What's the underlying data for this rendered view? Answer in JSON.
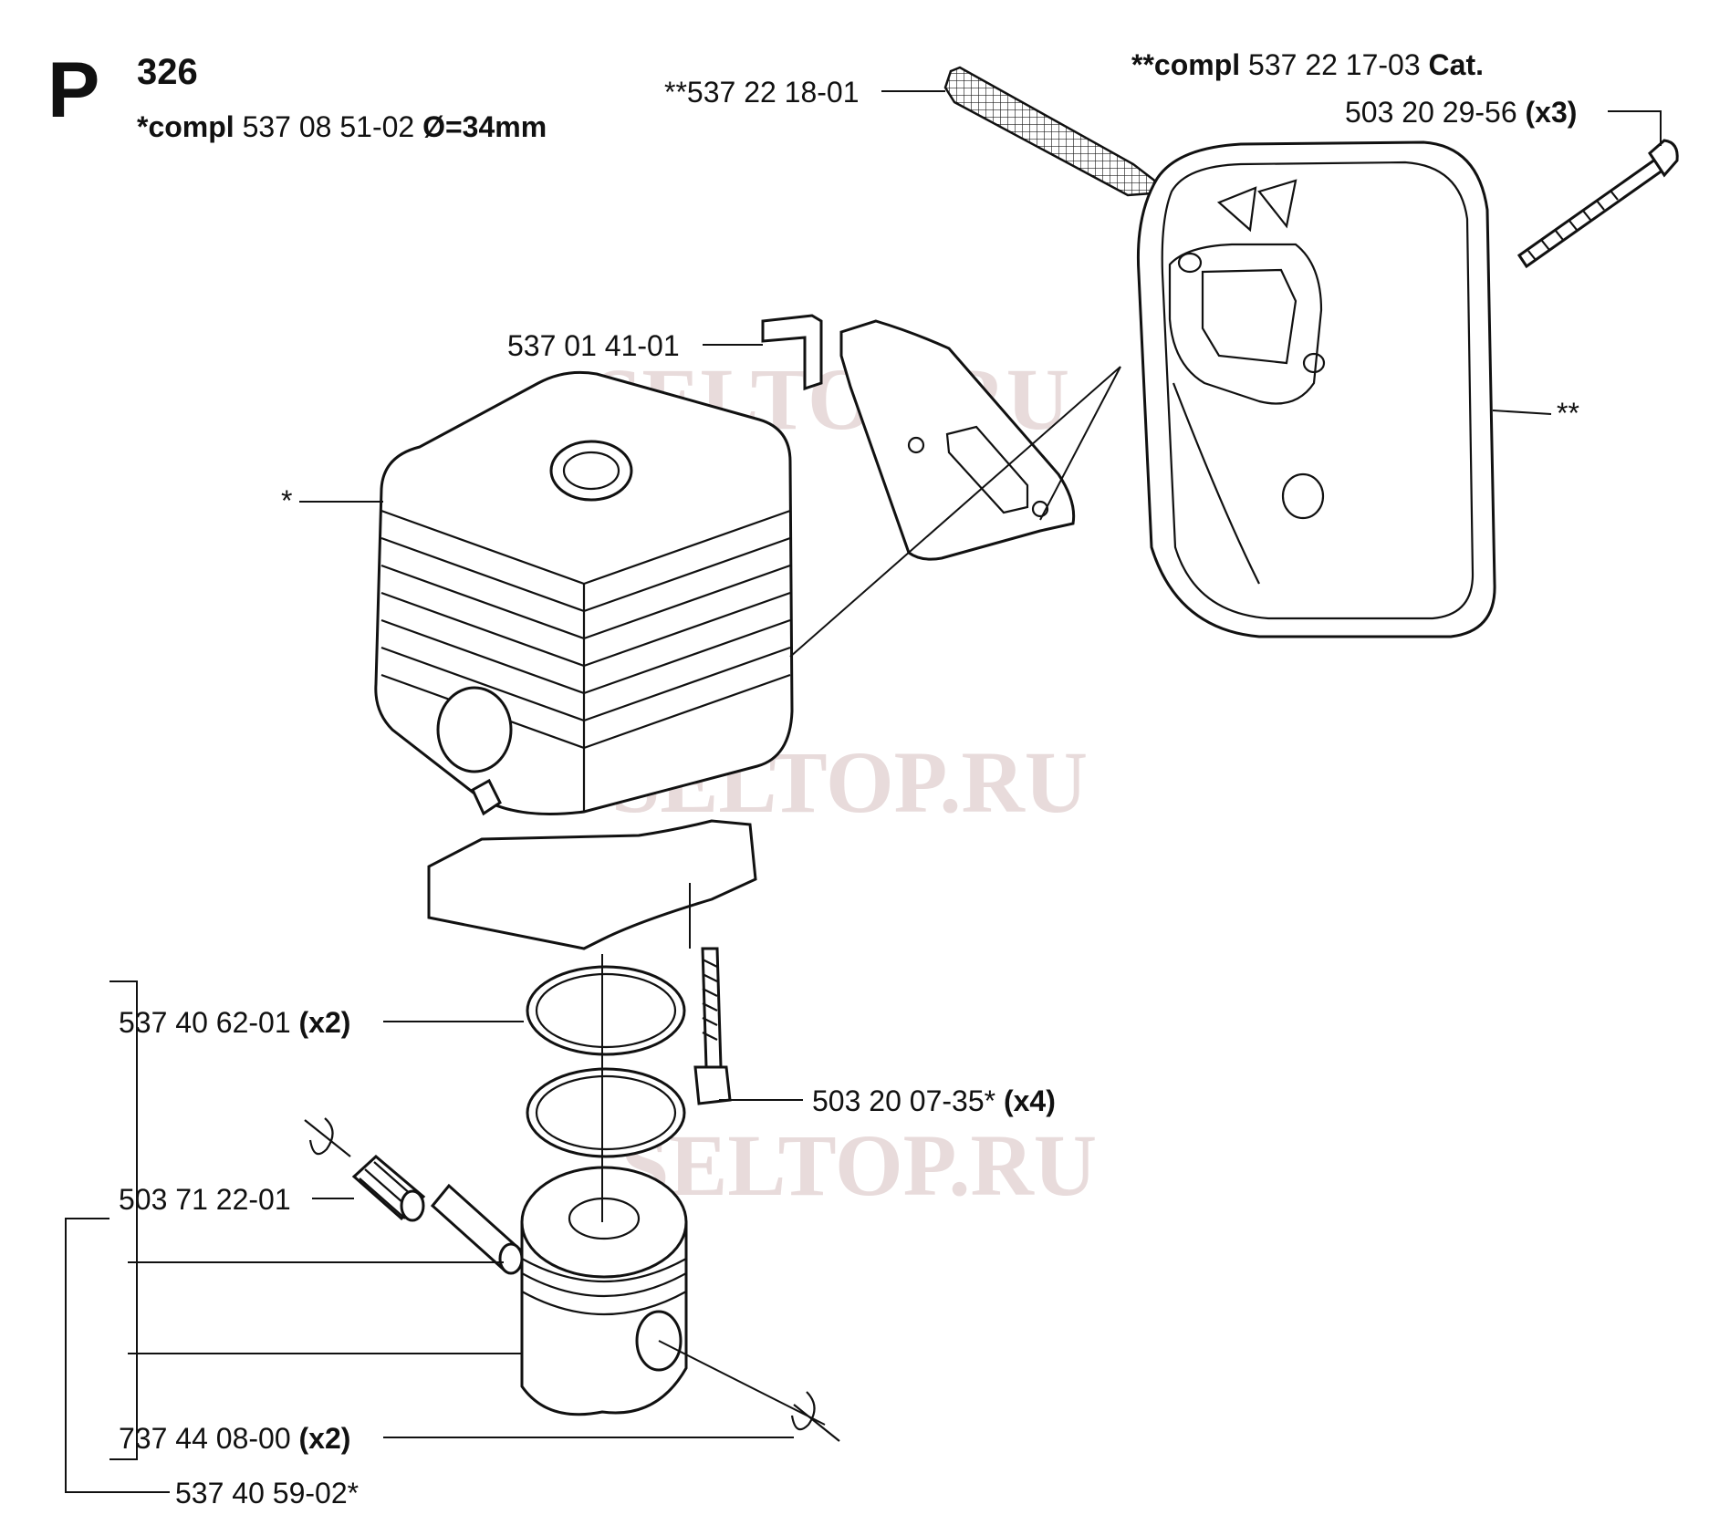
{
  "header": {
    "section_letter": "P",
    "model": "326",
    "cylinder_set": {
      "prefix": "*compl",
      "number": "537 08 51-02",
      "suffix": "Ø=34mm"
    },
    "muffler_set": {
      "prefix": "**compl",
      "number": "537 22 17-03",
      "suffix": "Cat."
    }
  },
  "parts": [
    {
      "id": "screen",
      "number": "**537 22 18-01",
      "qty": ""
    },
    {
      "id": "muffler-bolt",
      "number": "503 20 29-56",
      "qty": "(x3)"
    },
    {
      "id": "bracket-gasket",
      "number": "537 01 41-01",
      "qty": ""
    },
    {
      "id": "muffler",
      "number": "**",
      "qty": ""
    },
    {
      "id": "cylinder",
      "number": "*",
      "qty": ""
    },
    {
      "id": "piston-ring",
      "number": "537 40 62-01",
      "qty": "(x2)"
    },
    {
      "id": "cylinder-bolt",
      "number": "503 20 07-35*",
      "qty": "(x4)"
    },
    {
      "id": "needle-bearing",
      "number": "503 71 22-01",
      "qty": ""
    },
    {
      "id": "circlip",
      "number": "737 44 08-00",
      "qty": "(x2)"
    },
    {
      "id": "piston-kit",
      "number": "537 40 59-02*",
      "qty": ""
    }
  ],
  "watermark": "SELTOP.RU"
}
